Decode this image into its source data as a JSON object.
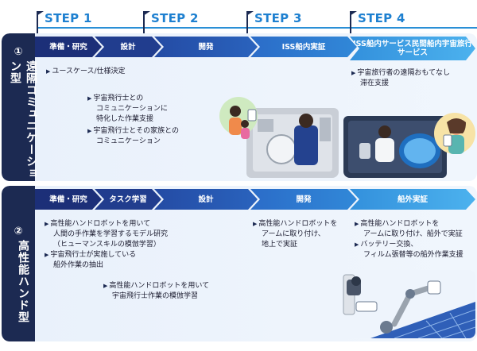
{
  "steps": [
    {
      "label": "STEP 1"
    },
    {
      "label": "STEP 2"
    },
    {
      "label": "STEP 3"
    },
    {
      "label": "STEP 4"
    }
  ],
  "section1": {
    "num": "①",
    "title": "遠隔コミュニケーション型",
    "chevrons": [
      {
        "label": "準備・研究"
      },
      {
        "label": "設計"
      },
      {
        "label": "開発"
      },
      {
        "label": "ISS船内実証"
      },
      {
        "label_line1": "ISS船内サービス",
        "label_line2": "民間船内宇宙旅行サービス"
      }
    ],
    "notes": {
      "usecase": "ユースケース/仕様決定",
      "support_l1": "宇宙飛行士との",
      "support_l2": "コミュニケーションに",
      "support_l3": "特化した作業支援",
      "family_l1": "宇宙飛行士とその家族との",
      "family_l2": "コミュニケーション",
      "tourist_l1": "宇宙旅行者の遠隔おもてなし",
      "tourist_l2": "滞在支援"
    }
  },
  "section2": {
    "num": "②",
    "title": "高性能ハンド型",
    "chevrons": [
      {
        "label": "準備・研究"
      },
      {
        "label": "タスク学習"
      },
      {
        "label": "設計"
      },
      {
        "label": "開発"
      },
      {
        "label": "船外実証"
      }
    ],
    "notes": {
      "research_l1": "高性能ハンドロボットを用いて",
      "research_l2": "人間の手作業を学習するモデル研究",
      "research_l3": "（ヒューマンスキルの模倣学習）",
      "extract_l1": "宇宙飛行士が実施している",
      "extract_l2": "船外作業の抽出",
      "imitate_l1": "高性能ハンドロボットを用いて",
      "imitate_l2": "宇宙飛行士作業の模倣学習",
      "dev_l1": "高性能ハンドロボットを",
      "dev_l2": "アームに取り付け、",
      "dev_l3": "地上で実証",
      "ext_l1": "高性能ハンドロボットを",
      "ext_l2": "アームに取り付け、船外で実証",
      "ext_l3": "バッテリー交換、",
      "ext_l4": "フィルム張替等の船外作業支援"
    }
  },
  "colors": {
    "navy": "#1c2a52",
    "accent": "#1e80d0",
    "chevron_start": "#1c2f78",
    "chevron_end": "#3aa6e8"
  }
}
